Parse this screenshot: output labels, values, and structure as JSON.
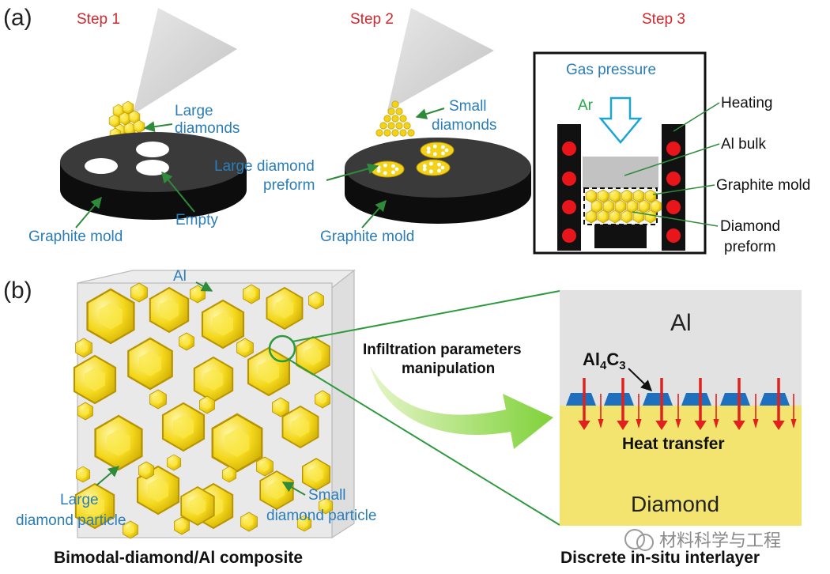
{
  "panel_a": {
    "tag": "(a)",
    "step1": {
      "title": "Step 1",
      "large_diamonds": [
        "Large",
        "diamonds"
      ],
      "empty": "Empty",
      "mold": "Graphite mold"
    },
    "step2": {
      "title": "Step 2",
      "small_diamonds": [
        "Small",
        "diamonds"
      ],
      "preform": [
        "Large diamond",
        "preform"
      ],
      "mold": "Graphite mold"
    },
    "step3": {
      "title": "Step 3",
      "gas_pressure": "Gas pressure",
      "ar": "Ar",
      "heating": "Heating",
      "al_bulk": "Al bulk",
      "graphite_mold": "Graphite mold",
      "diamond_preform": [
        "Diamond",
        "preform"
      ]
    }
  },
  "panel_b": {
    "tag": "(b)",
    "al": "Al",
    "large_particle": [
      "Large",
      "diamond particle"
    ],
    "small_particle": [
      "Small",
      "diamond particle"
    ],
    "composite_caption": "Bimodal-diamond/Al composite",
    "manipulation": [
      "Infiltration parameters",
      "manipulation"
    ],
    "interlayer": {
      "al": "Al",
      "al4c3": {
        "al": "Al",
        "sub4": "4",
        "c": "C",
        "sub3": "3"
      },
      "heat_transfer": "Heat transfer",
      "diamond": "Diamond"
    },
    "interlayer_caption": "Discrete in-situ interlayer"
  },
  "watermark": "材料科学与工程",
  "colors": {
    "label_blue": "#2a7db8",
    "step_red": "#d2282e",
    "diamond_yellow": "#f2d21a",
    "arrow_green": "#2e8b3a",
    "heat_red": "#e0221e",
    "carbide_blue": "#1f6fbf"
  }
}
